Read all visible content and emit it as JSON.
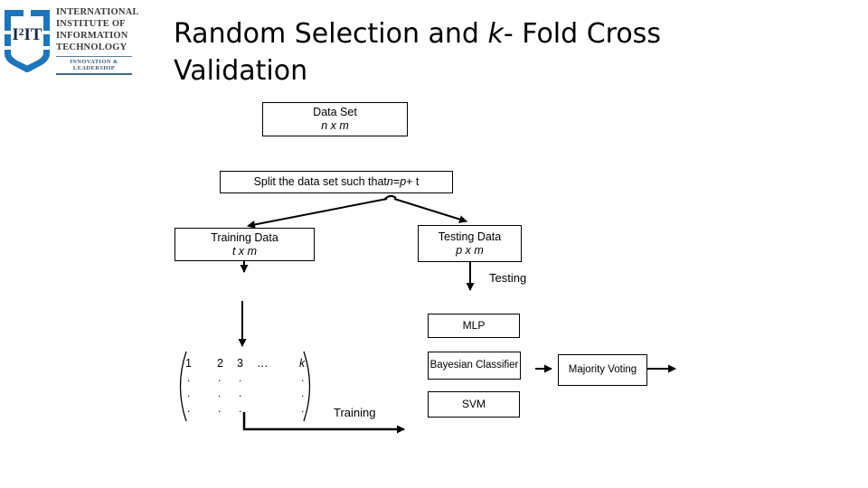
{
  "slide": {
    "title": {
      "p1": "Random Selection and ",
      "p2": "k",
      "p3": "- Fold Cross Validation"
    }
  },
  "logo": {
    "acronym": "I²IT",
    "institute_lines": [
      "INTERNATIONAL",
      "INSTITUTE OF",
      "INFORMATION",
      "TECHNOLOGY"
    ],
    "tagline": "INNOVATION & LEADERSHIP",
    "colors": {
      "shield_blue": "#1C75BB",
      "acronym_navy": "#1B2A4A",
      "name_gray": "#3A3A3A",
      "rule_blue": "#3E688C"
    }
  },
  "diagram": {
    "data_set": {
      "line1": "Data Set",
      "line2": "n x m"
    },
    "split": {
      "p1": "Split the data set such that ",
      "p2": "n",
      "p3": "=",
      "p4": "p",
      "p5": " + t"
    },
    "training_data": {
      "line1": "Training Data",
      "line2": "t x m"
    },
    "testing_data": {
      "line1": "Testing Data",
      "line2": "p x m"
    },
    "testing_label": "Testing",
    "training_label": "Training",
    "classifiers": {
      "mlp": "MLP",
      "bayesian": "Bayesian Classifier",
      "svm": "SVM"
    },
    "majority_voting": "Majority Voting",
    "matrix": {
      "h1": "1",
      "h2": "2",
      "h3": "3",
      "hdots": "…",
      "hk": "k",
      "dot": "."
    }
  }
}
